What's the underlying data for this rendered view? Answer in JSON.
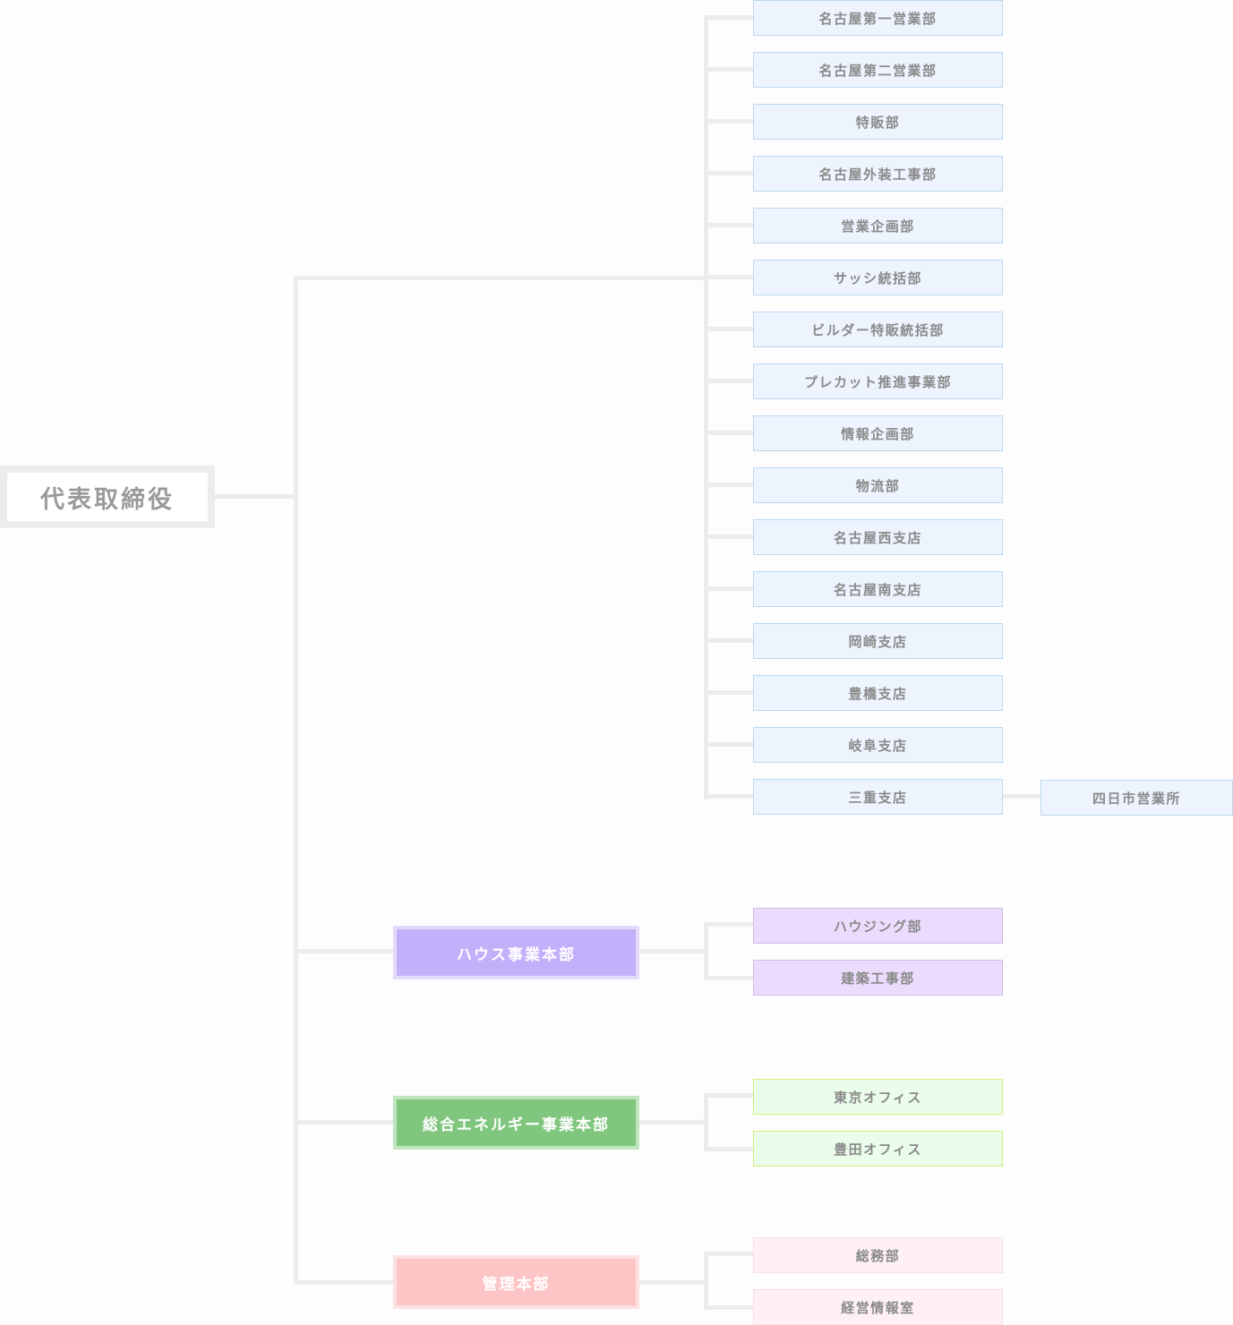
{
  "root": {
    "label": "代表取締役"
  },
  "divisions": [
    {
      "label": "ハウス事業本部"
    },
    {
      "label": "総合エネルギー事業本部"
    },
    {
      "label": "管理本部"
    }
  ],
  "departments": [
    "名古屋第一営業部",
    "名古屋第二営業部",
    "特販部",
    "名古屋外装工事部",
    "営業企画部",
    "サッシ統括部",
    "ビルダー特販統括部",
    "プレカット推進事業部",
    "情報企画部",
    "物流部",
    "名古屋西支店",
    "名古屋南支店",
    "岡崎支店",
    "豊橋支店",
    "岐阜支店",
    "三重支店"
  ],
  "sub_office": {
    "label": "四日市営業所",
    "parent": "三重支店"
  },
  "house_departments": [
    "ハウジング部",
    "建築工事部"
  ],
  "energy_departments": [
    "東京オフィス",
    "豊田オフィス"
  ],
  "admin_departments": [
    "総務部",
    "経営情報室"
  ],
  "colors": {
    "connector": "#ececec",
    "text": "#8a8a8a",
    "house_division": "#c3b0fb",
    "energy_division": "#80c67e",
    "admin_division": "#fdc5c5",
    "blue_dept": "#edf4fe",
    "purple_dept": "#ebdcfd",
    "green_dept": "#eafcea",
    "pink_dept": "#fef0f6"
  }
}
